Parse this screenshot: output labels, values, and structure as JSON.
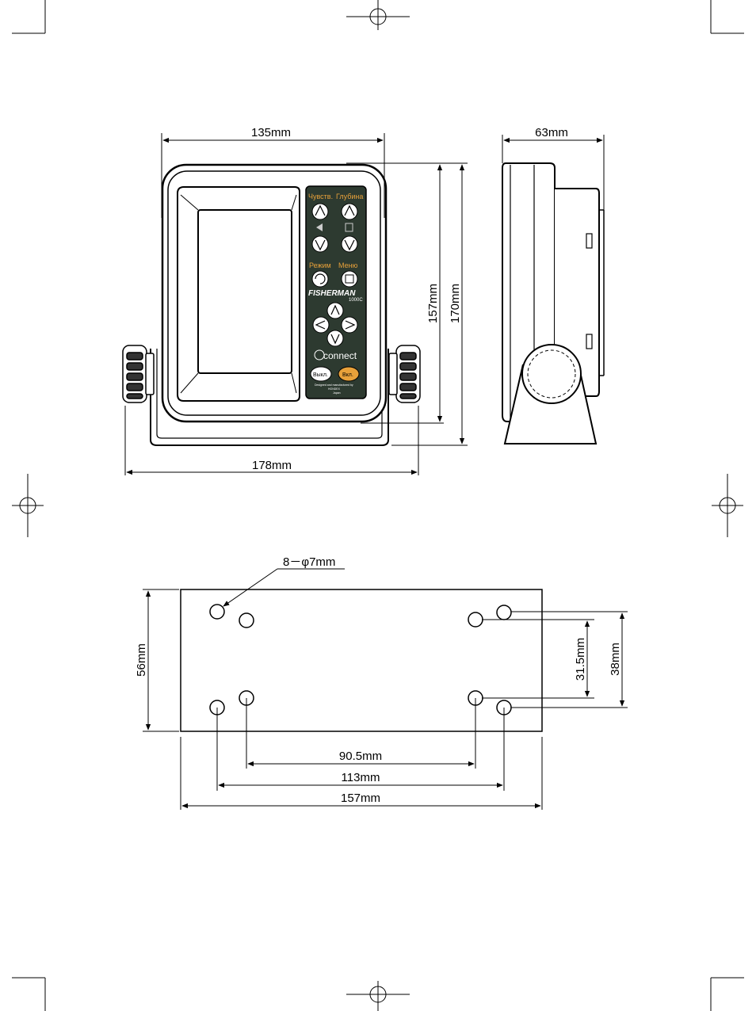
{
  "dimensions": {
    "width_front": "135mm",
    "depth_side": "63mm",
    "height_body": "157mm",
    "height_total": "170mm",
    "width_bracket": "178mm",
    "holes": "8－φ7mm",
    "base_depth": "56mm",
    "hole_spacing_inner_vertical": "31.5mm",
    "hole_spacing_outer_vertical": "38mm",
    "hole_spacing_inner_horizontal": "90.5mm",
    "hole_spacing_outer_horizontal": "113mm",
    "base_width": "157mm"
  },
  "panel": {
    "label_sens": "Чувств.",
    "label_depth": "Глубина",
    "label_mode": "Режим",
    "label_menu": "Меню",
    "brand": "FISHERMAN",
    "model": "1000C",
    "connect": "connect",
    "btn_off": "Выкл.",
    "btn_on": "Вкл.",
    "maker_line1": "Designed and manufactured by",
    "maker_line2": "HONDEX",
    "maker_line3": "Japan"
  },
  "colors": {
    "line": "#000000",
    "panel_bg": "#2d3a30",
    "label_orange": "#e8a13a",
    "on_button": "#e8a13a"
  }
}
